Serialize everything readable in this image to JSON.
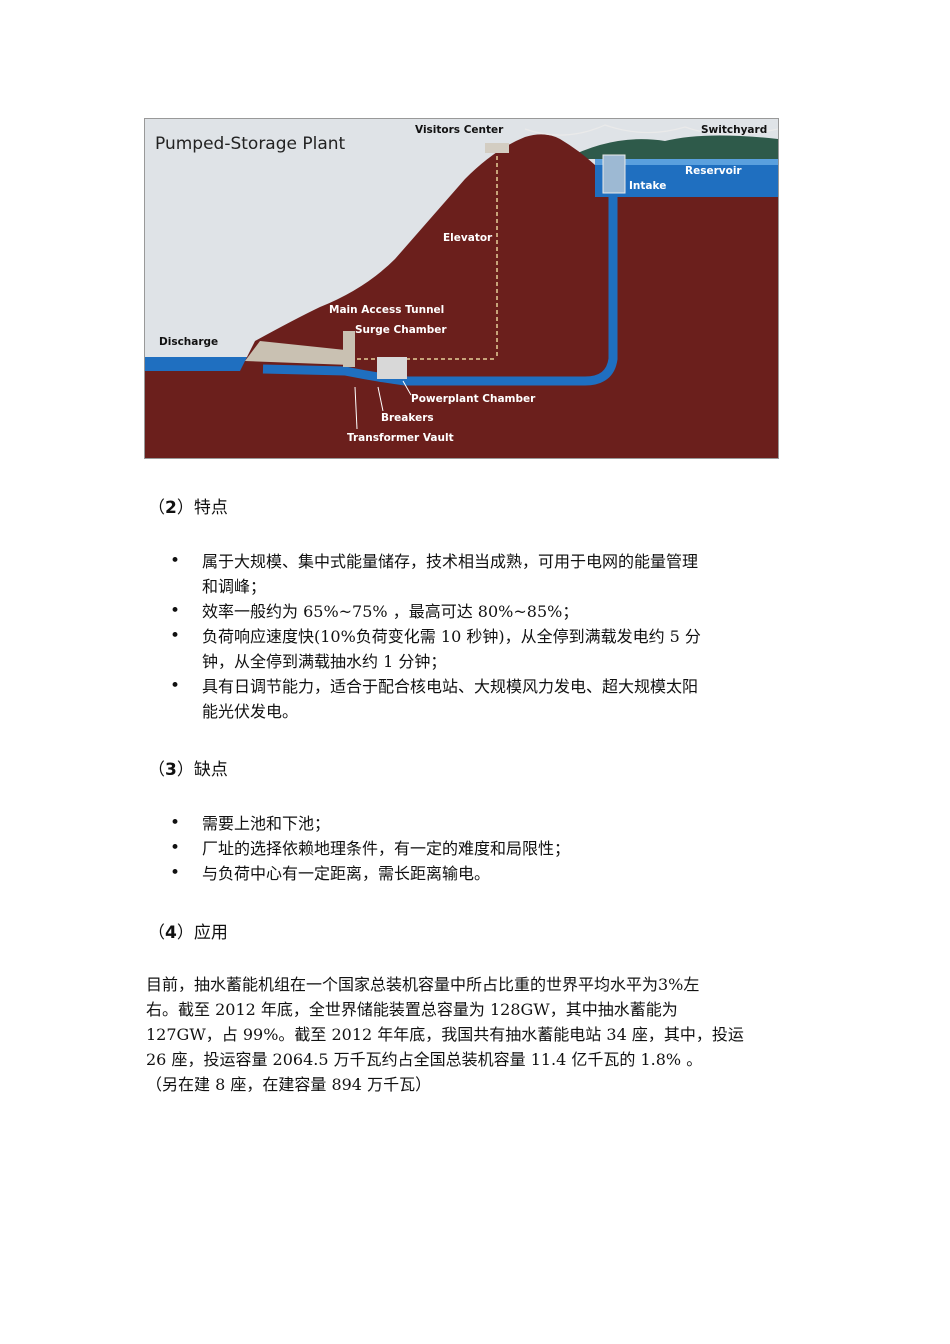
{
  "diagram": {
    "title": "Pumped-Storage Plant",
    "labels": {
      "visitors_center": "Visitors Center",
      "switchyard": "Switchyard",
      "reservoir": "Reservoir",
      "intake": "Intake",
      "elevator": "Elevator",
      "main_access_tunnel": "Main Access Tunnel",
      "surge_chamber": "Surge Chamber",
      "discharge": "Discharge",
      "powerplant_chamber": "Powerplant Chamber",
      "breakers": "Breakers",
      "transformer_vault": "Transformer Vault"
    },
    "colors": {
      "earth": "#6b1f1c",
      "water": "#1f6fc0",
      "sky": "#d9dde2"
    }
  },
  "sections": {
    "features": {
      "heading_num": "2",
      "heading_text": "特点",
      "items": [
        [
          "属于大规模、集中式能量储存，技术相当成熟，可用于电网的能量管理",
          "和调峰；"
        ],
        [
          "效率一般约为 65%~75% ，最高可达 80%~85%；"
        ],
        [
          "负荷响应速度快(10%负荷变化需 10 秒钟)，从全停到满载发电约 5 分",
          "钟，从全停到满载抽水约 1 分钟；"
        ],
        [
          "具有日调节能力，适合于配合核电站、大规模风力发电、超大规模太阳",
          "能光伏发电。"
        ]
      ]
    },
    "drawbacks": {
      "heading_num": "3",
      "heading_text": "缺点",
      "items": [
        [
          "需要上池和下池；"
        ],
        [
          "厂址的选择依赖地理条件，有一定的难度和局限性；"
        ],
        [
          "与负荷中心有一定距离，需长距离输电。"
        ]
      ]
    },
    "application": {
      "heading_num": "4",
      "heading_text": "应用",
      "lines": [
        "目前，抽水蓄能机组在一个国家总装机容量中所占比重的世界平均水平为3%左",
        "右。截至 2012 年底，全世界储能装置总容量为 128GW，其中抽水蓄能为",
        "127GW，占 99%。截至 2012 年年底，我国共有抽水蓄能电站 34 座，其中，投运",
        "26 座，投运容量 2064.5 万千瓦约占全国总装机容量 11.4 亿千瓦的 1.8% 。",
        "（另在建 8 座，在建容量 894 万千瓦）"
      ]
    }
  }
}
